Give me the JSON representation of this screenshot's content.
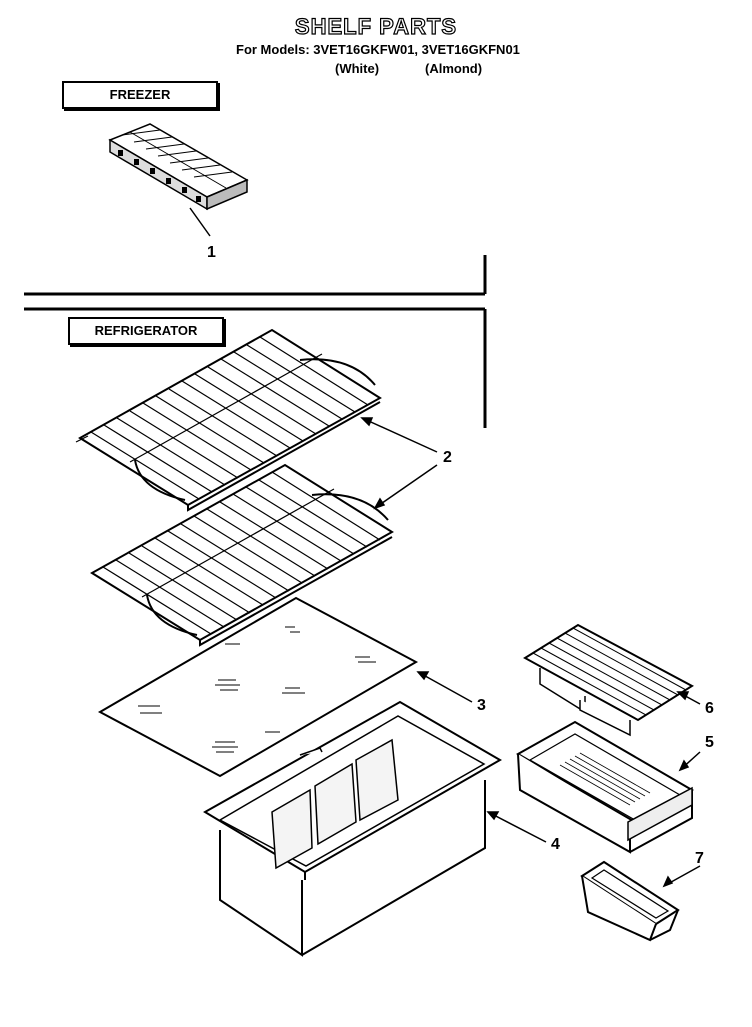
{
  "header": {
    "title": "SHELF PARTS",
    "models_line": "For Models: 3VET16GKFW01, 3VET16GKFN01",
    "color_white": "(White)",
    "color_almond": "(Almond)"
  },
  "sections": {
    "freezer_label": "FREEZER",
    "refrigerator_label": "REFRIGERATOR"
  },
  "callouts": [
    "1",
    "2",
    "3",
    "4",
    "5",
    "6",
    "7"
  ]
}
